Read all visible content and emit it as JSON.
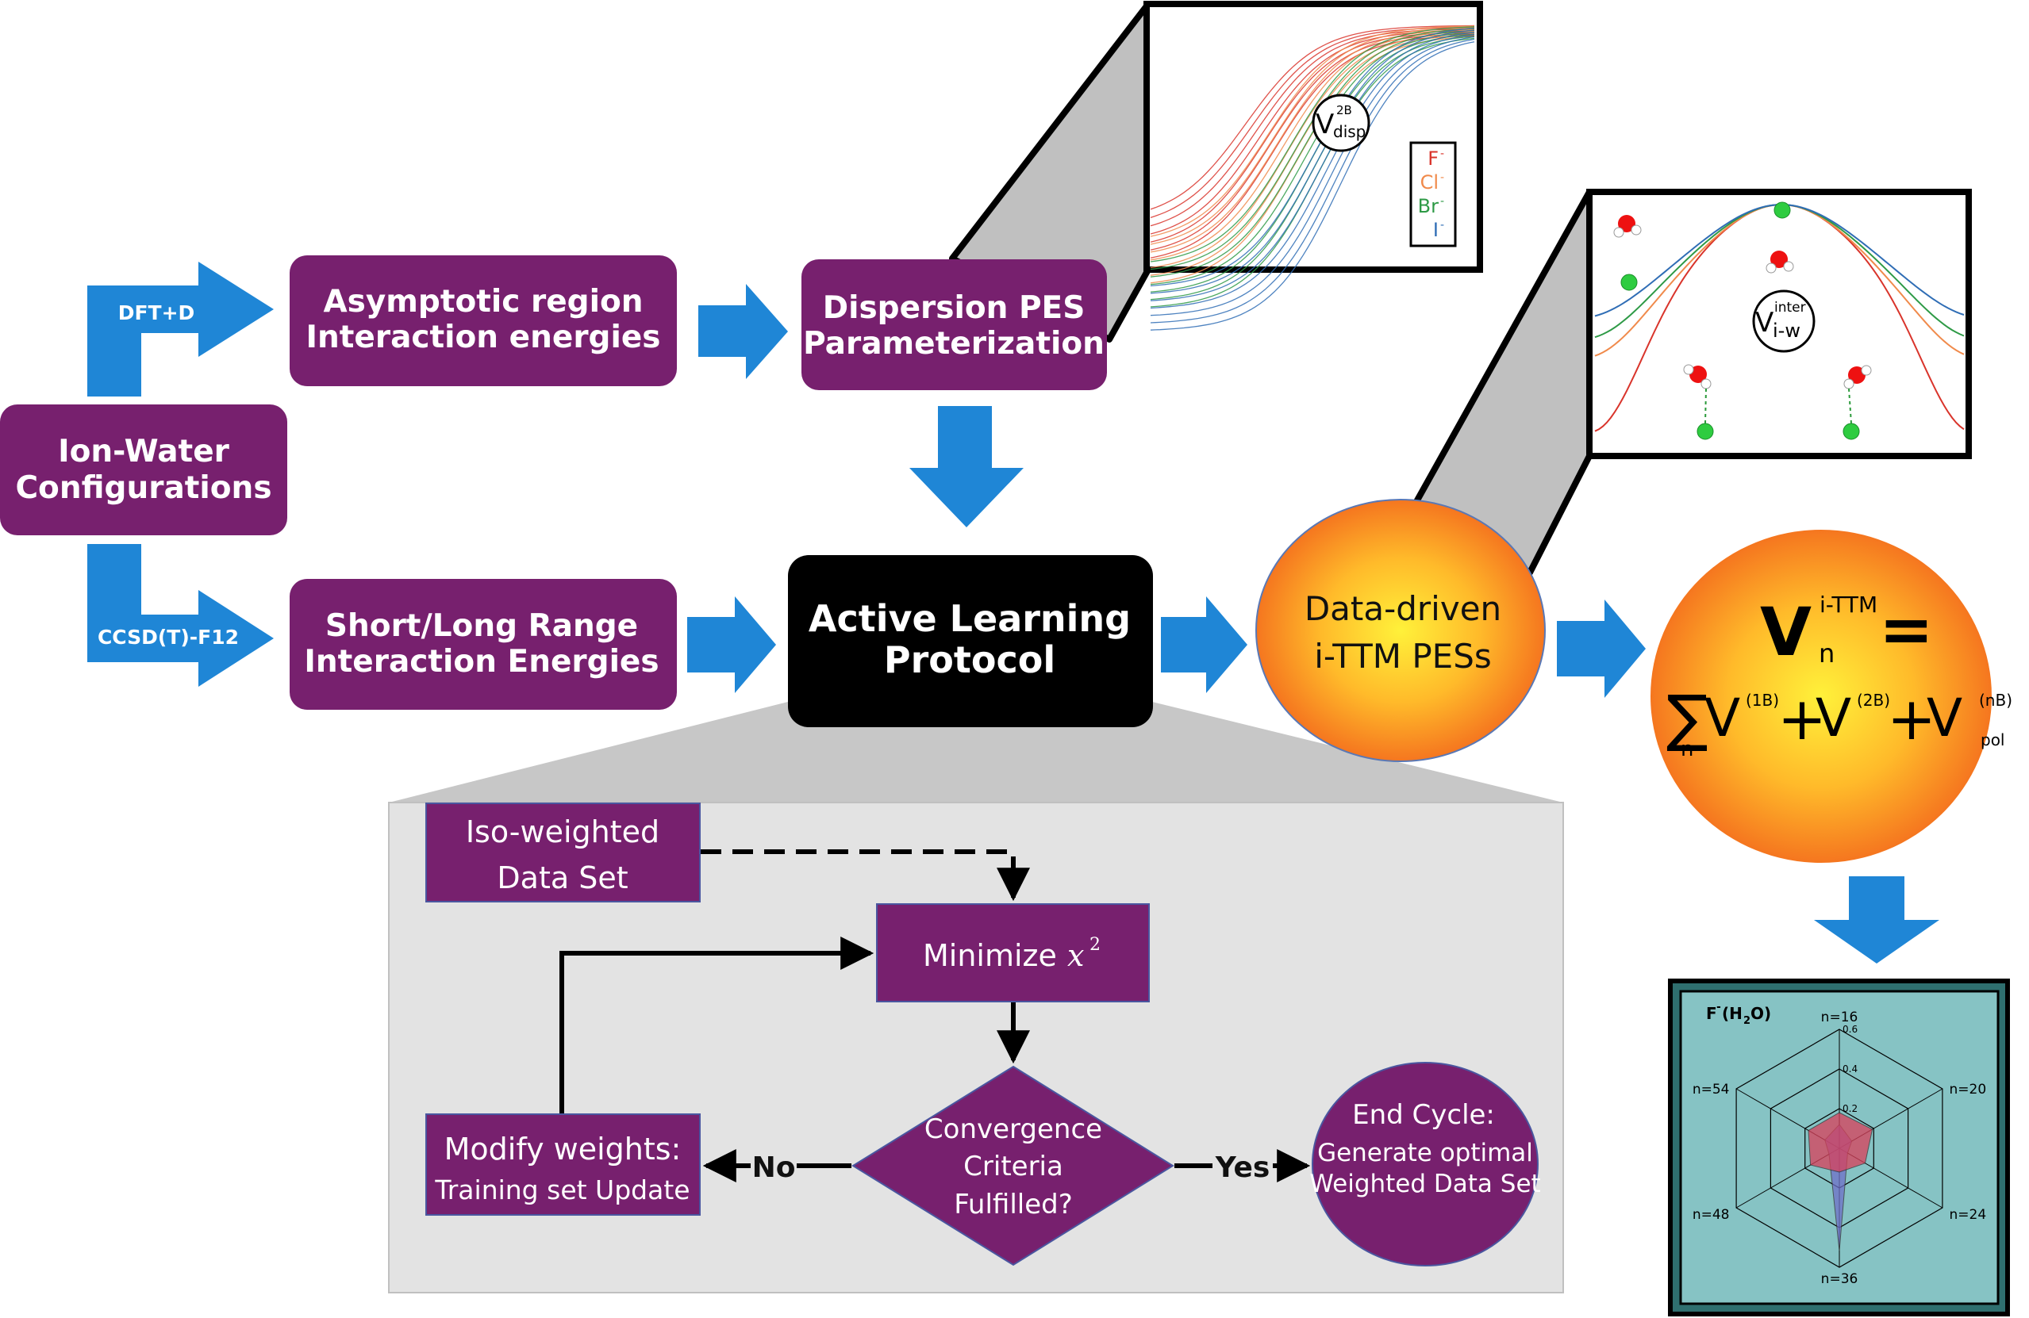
{
  "boxes": {
    "ion_water": [
      "Ion-Water",
      "Configurations"
    ],
    "asymptotic": [
      "Asymptotic region",
      "Interaction energies"
    ],
    "short_long": [
      "Short/Long Range",
      "Interaction Energies"
    ],
    "dispersion": [
      "Dispersion PES",
      "Parameterization"
    ],
    "active_learning": [
      "Active Learning",
      "Protocol"
    ],
    "data_driven": [
      "Data-driven",
      "i-TTM PESs"
    ]
  },
  "arrow_labels": {
    "dft": "DFT+D",
    "ccsd": "CCSD(T)-F12"
  },
  "flow": {
    "iso_weighted": [
      "Iso-weighted",
      "Data Set"
    ],
    "minimize": "Minimize",
    "chi": "x",
    "chi_power": "2",
    "convergence": [
      "Convergence",
      "Criteria",
      "Fulfilled?"
    ],
    "modify": [
      "Modify weights:",
      "Training set Update"
    ],
    "end_cycle": [
      "End Cycle:",
      "Generate  optimal",
      "Weighted Data Set"
    ],
    "no": "No",
    "yes": "Yes"
  },
  "equation": {
    "v_main": "V",
    "v_main_sup": "i-TTM",
    "v_main_sub": "n",
    "equals": "=",
    "sigma": "∑",
    "sigma_sub": "n",
    "v": "V",
    "plus": "+",
    "sup_1b": "(1B)",
    "sup_2b": "(2B)",
    "sup_nb": "(nB)",
    "sub_pol": "pol"
  },
  "disp_inset": {
    "label_v": "V",
    "label_sup": "2B",
    "label_sub": "disp",
    "legend": [
      "F",
      "Cl",
      "Br",
      "I"
    ],
    "legend_sup": "-",
    "colors": [
      "#d9342b",
      "#f08a4b",
      "#2e9a46",
      "#2f6db5"
    ]
  },
  "inter_inset": {
    "label_v": "V",
    "label_sup": "inter",
    "label_sub": "i-w"
  },
  "radar": {
    "title_main": "F",
    "title_sup": "-",
    "title_rest": "(H",
    "title_sub": "2",
    "title_end": "O)",
    "axes": [
      "n=16",
      "n=20",
      "n=24",
      "n=36",
      "n=48",
      "n=54"
    ],
    "ticks": [
      "0.6",
      "0.4",
      "0.2"
    ]
  },
  "colors": {
    "purple": "#77206e",
    "blue_arrow": "#1f86d6",
    "teal": "#86c3c4",
    "grey_panel": "#e3e3e3",
    "grey_funnel": "#c7c7c7"
  }
}
